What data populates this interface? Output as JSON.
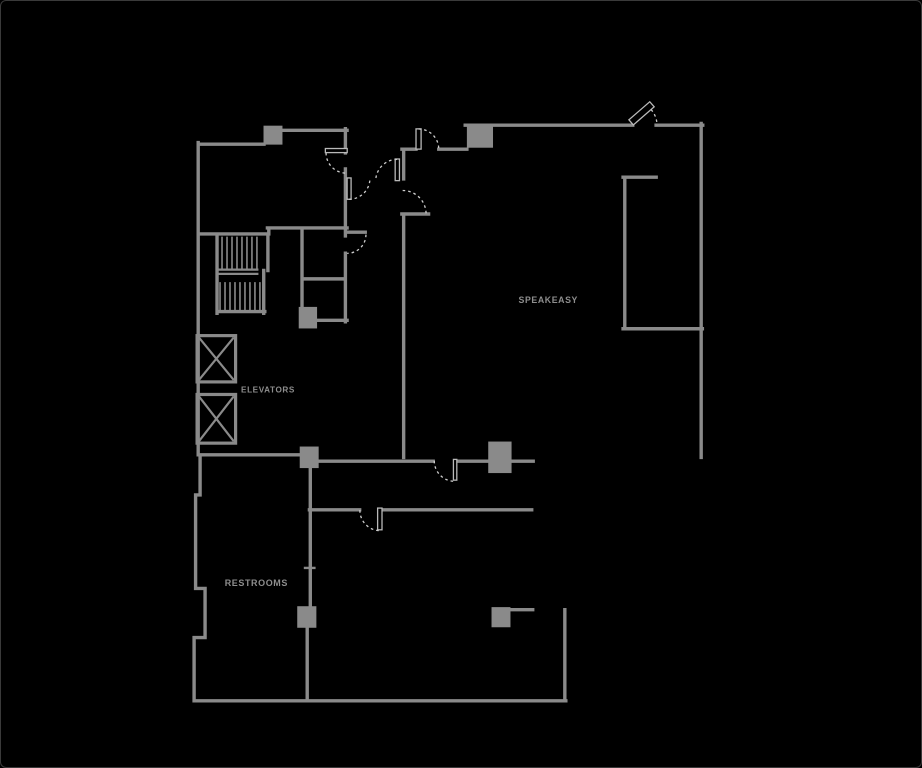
{
  "palette": {
    "background": "#000000",
    "frame": "#3a3a3a",
    "wall": "#8a8a8a",
    "column": "#8a8a8a",
    "dash": "#cdcdcd",
    "leaf": "#b9b9b9",
    "label": "#8e8e8e"
  },
  "rooms": {
    "speakeasy": {
      "label": "SPEAKEASY"
    },
    "elevators": {
      "label": "ELEVATORS"
    },
    "restrooms": {
      "label": "RESTROOMS"
    }
  },
  "features": {
    "elevator_shafts": 2,
    "stair_flights": 2,
    "columns": 7,
    "doors": 9
  }
}
